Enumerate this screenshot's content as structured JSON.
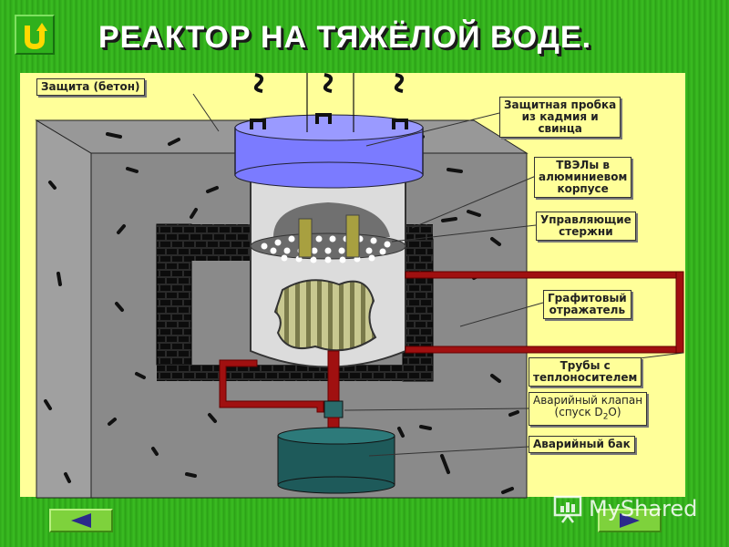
{
  "title": "РЕАКТОР НА ТЯЖЁЛОЙ ВОДЕ.",
  "labels": {
    "protection": "Защита (бетон)",
    "plug_line1": "Защитная пробка",
    "plug_line2": "из кадмия и",
    "plug_line3": "свинца",
    "fuel_line1": "ТВЭЛы в",
    "fuel_line2": "алюминиевом",
    "fuel_line3": "корпусе",
    "control_line1": "Управляющие",
    "control_line2": "стержни",
    "graphite_line1": "Графитовый",
    "graphite_line2": "отражатель",
    "pipes_line1": "Трубы с",
    "pipes_line2": "теплоносителем",
    "valve_line1": "Аварийный клапан",
    "valve_line2": "(спуск D",
    "valve_sub": "2",
    "valve_line2_end": "O)",
    "tank": "Аварийный бак"
  },
  "watermark": "MyShared",
  "colors": {
    "background_green": "#2fa81a",
    "panel_yellow": "#ffff99",
    "concrete": "#8c8c8c",
    "plug_blue": "#7b7bff",
    "pipe_red": "#a01010",
    "tank_teal": "#1e5a5a"
  },
  "icons": {
    "return": "u-turn-arrow-icon",
    "prev": "left-triangle-icon",
    "next": "right-triangle-icon"
  }
}
